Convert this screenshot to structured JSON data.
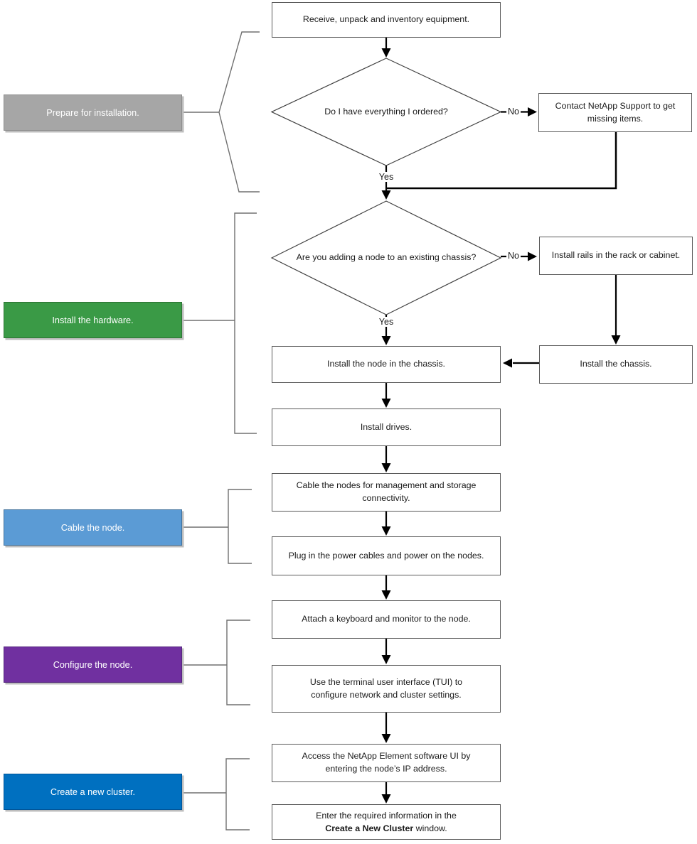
{
  "phases": [
    {
      "label": "Prepare for installation.",
      "color": "#A6A6A6",
      "border_color": "#8C8C8C"
    },
    {
      "label": "Install the hardware.",
      "color": "#3A9A46",
      "border_color": "#2D7534"
    },
    {
      "label": "Cable the node.",
      "color": "#5B9BD5",
      "border_color": "#41719C"
    },
    {
      "label": "Configure the node.",
      "color": "#7030A0",
      "border_color": "#54277D"
    },
    {
      "label": "Create a new cluster.",
      "color": "#0070C0",
      "border_color": "#005499"
    }
  ],
  "steps": {
    "receive": "Receive, unpack and inventory equipment.",
    "support": "Contact NetApp Support to get missing items.",
    "rails": "Install rails in the rack or cabinet.",
    "node": "Install the node in the chassis.",
    "chassis": "Install the chassis.",
    "drives": "Install drives.",
    "cable": "Cable the nodes for management and storage connectivity.",
    "power": "Plug in the power cables and power on the nodes.",
    "keyboard": "Attach a keyboard and monitor to the node.",
    "tui": "Use the terminal user interface (TUI) to configure network and cluster settings.",
    "access": "Access the NetApp Element software UI by entering the node’s IP address.",
    "enter_prefix": "Enter the required information in the",
    "enter_bold": "Create a New Cluster",
    "enter_suffix": " window."
  },
  "decisions": {
    "everything": "Do I have everything I ordered?",
    "existing_chassis": "Are you adding a node to an existing chassis?"
  },
  "edge_labels": {
    "yes": "Yes",
    "no": "No"
  }
}
